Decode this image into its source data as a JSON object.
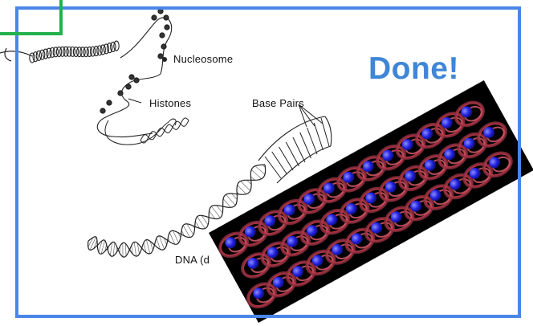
{
  "slide": {
    "done_text": "Done!",
    "colors": {
      "frame_blue": "#4a86e8",
      "frame_green": "#22b14c",
      "done_text": "#3f86d6"
    }
  },
  "diagram": {
    "labels": {
      "nucleosome": "Nucleosome",
      "histones": "Histones",
      "base_pairs": "Base Pairs",
      "dna_partial": "DNA (d"
    }
  },
  "photo": {
    "icon": "dna-molecular-model-image"
  }
}
